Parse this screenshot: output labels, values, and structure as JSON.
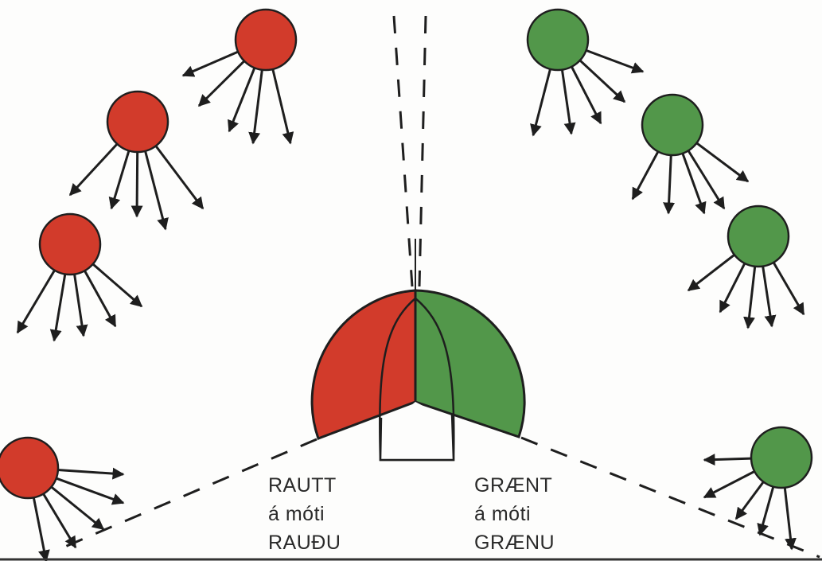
{
  "colors": {
    "red": "#d23b2b",
    "green": "#52974a",
    "ink": "#1e1e1e"
  },
  "labels": {
    "left": {
      "line1": "RAUTT",
      "line2": "á móti",
      "line3": "RAUÐU"
    },
    "right": {
      "line1": "GRÆNT",
      "line2": "á móti",
      "line3": "GRÆNU"
    }
  },
  "vessels": {
    "red_count": 4,
    "green_count": 4
  }
}
